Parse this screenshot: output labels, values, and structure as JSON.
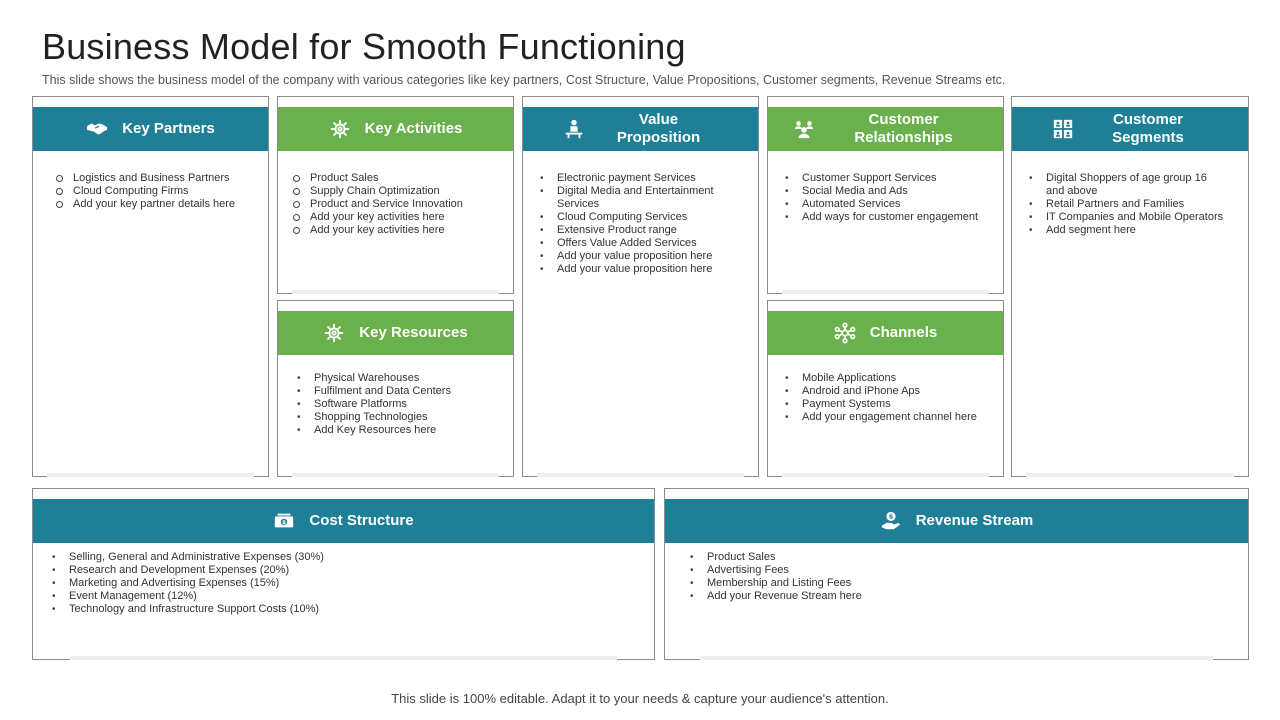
{
  "title": "Business Model for Smooth Functioning",
  "subtitle": "This slide shows the business model of the company with various  categories like key partners, Cost Structure, Value Propositions, Customer segments, Revenue  Streams etc.",
  "colors": {
    "teal": "#1f7f96",
    "green": "#6ab04c",
    "border": "#8c8c8c"
  },
  "sections": {
    "key_partners": {
      "title": "Key Partners",
      "icon": "handshake-icon",
      "items": [
        "Logistics and Business Partners",
        "Cloud Computing Firms",
        "Add your key partner details here"
      ]
    },
    "key_activities": {
      "title": "Key Activities",
      "icon": "gear-icon",
      "items": [
        "Product Sales",
        "Supply Chain Optimization",
        "Product and Service Innovation",
        "Add your key activities here",
        "Add your key activities here"
      ]
    },
    "key_resources": {
      "title": "Key Resources",
      "icon": "gear-icon",
      "items": [
        "Physical Warehouses",
        "Fulfilment and Data Centers",
        "Software Platforms",
        "Shopping Technologies",
        "Add Key Resources here"
      ]
    },
    "value_proposition": {
      "title": "Value Proposition",
      "icon": "presenter-icon",
      "items": [
        "Electronic payment Services",
        "Digital Media and Entertainment Services",
        "Cloud Computing  Services",
        "Extensive Product range",
        "Offers Value Added Services",
        " Add your value proposition here",
        "Add your value proposition here"
      ]
    },
    "customer_relationships": {
      "title": "Customer Relationships",
      "icon": "people-group-icon",
      "items": [
        "Customer Support Services",
        "Social Media and Ads",
        "Automated Services",
        "Add ways for customer engagement"
      ]
    },
    "channels": {
      "title": "Channels",
      "icon": "network-icon",
      "items": [
        "Mobile Applications",
        "Android and iPhone Aps",
        "Payment Systems",
        "Add your engagement channel here"
      ]
    },
    "customer_segments": {
      "title": "Customer Segments",
      "icon": "segments-icon",
      "items": [
        "Digital Shoppers of age group 16 and above",
        "Retail Partners and Families",
        "IT Companies  and Mobile Operators",
        "Add segment here"
      ]
    },
    "cost_structure": {
      "title": "Cost Structure",
      "icon": "money-icon",
      "items": [
        "Selling, General and Administrative Expenses (30%)",
        "Research and Development Expenses (20%)",
        "Marketing and Advertising Expenses (15%)",
        "Event Management  (12%)",
        "Technology and Infrastructure Support Costs (10%)"
      ]
    },
    "revenue_stream": {
      "title": "Revenue Stream",
      "icon": "money-hand-icon",
      "items": [
        "Product Sales",
        "Advertising Fees",
        "Membership and Listing Fees",
        "Add your Revenue Stream here"
      ]
    }
  },
  "footer": "This slide is 100% editable. Adapt it to your needs & capture your audience's attention."
}
